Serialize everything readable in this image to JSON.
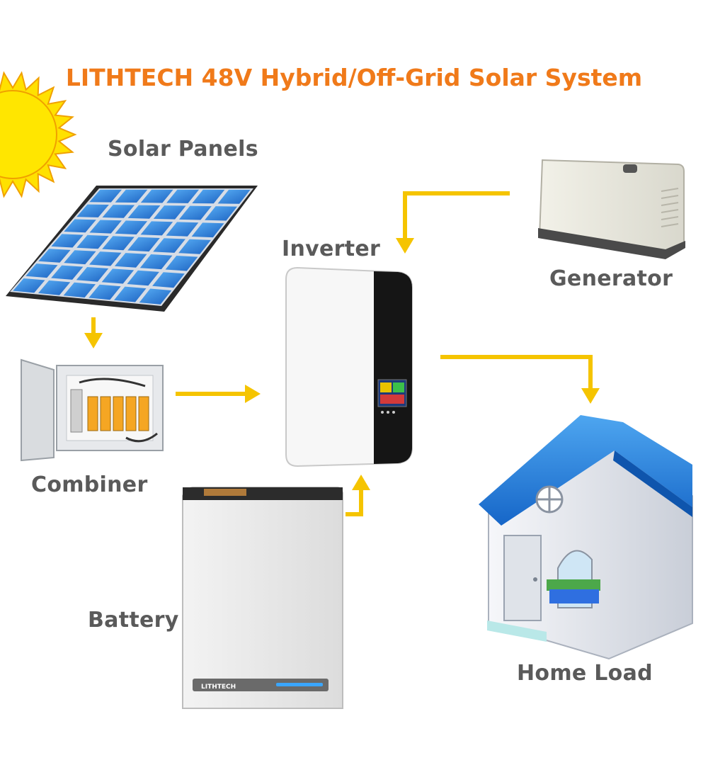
{
  "title": "LITHTECH 48V Hybrid/Off-Grid Solar System",
  "labels": {
    "solar_panels": "Solar Panels",
    "combiner": "Combiner",
    "inverter": "Inverter",
    "generator": "Generator",
    "battery": "Battery",
    "home_load": "Home Load"
  },
  "battery_brand": "LITHTECH",
  "colors": {
    "title": "#f07a1a",
    "label": "#5a5a5a",
    "arrow": "#f5c400",
    "sun": "#ffe100",
    "sun_outline": "#f0a000",
    "panel_cell": "#2f7fd6",
    "roof": "#1f7fd8"
  },
  "flows": [
    {
      "from": "Solar Panels",
      "to": "Combiner"
    },
    {
      "from": "Combiner",
      "to": "Inverter"
    },
    {
      "from": "Generator",
      "to": "Inverter"
    },
    {
      "from": "Battery",
      "to": "Inverter"
    },
    {
      "from": "Inverter",
      "to": "Home Load"
    }
  ]
}
